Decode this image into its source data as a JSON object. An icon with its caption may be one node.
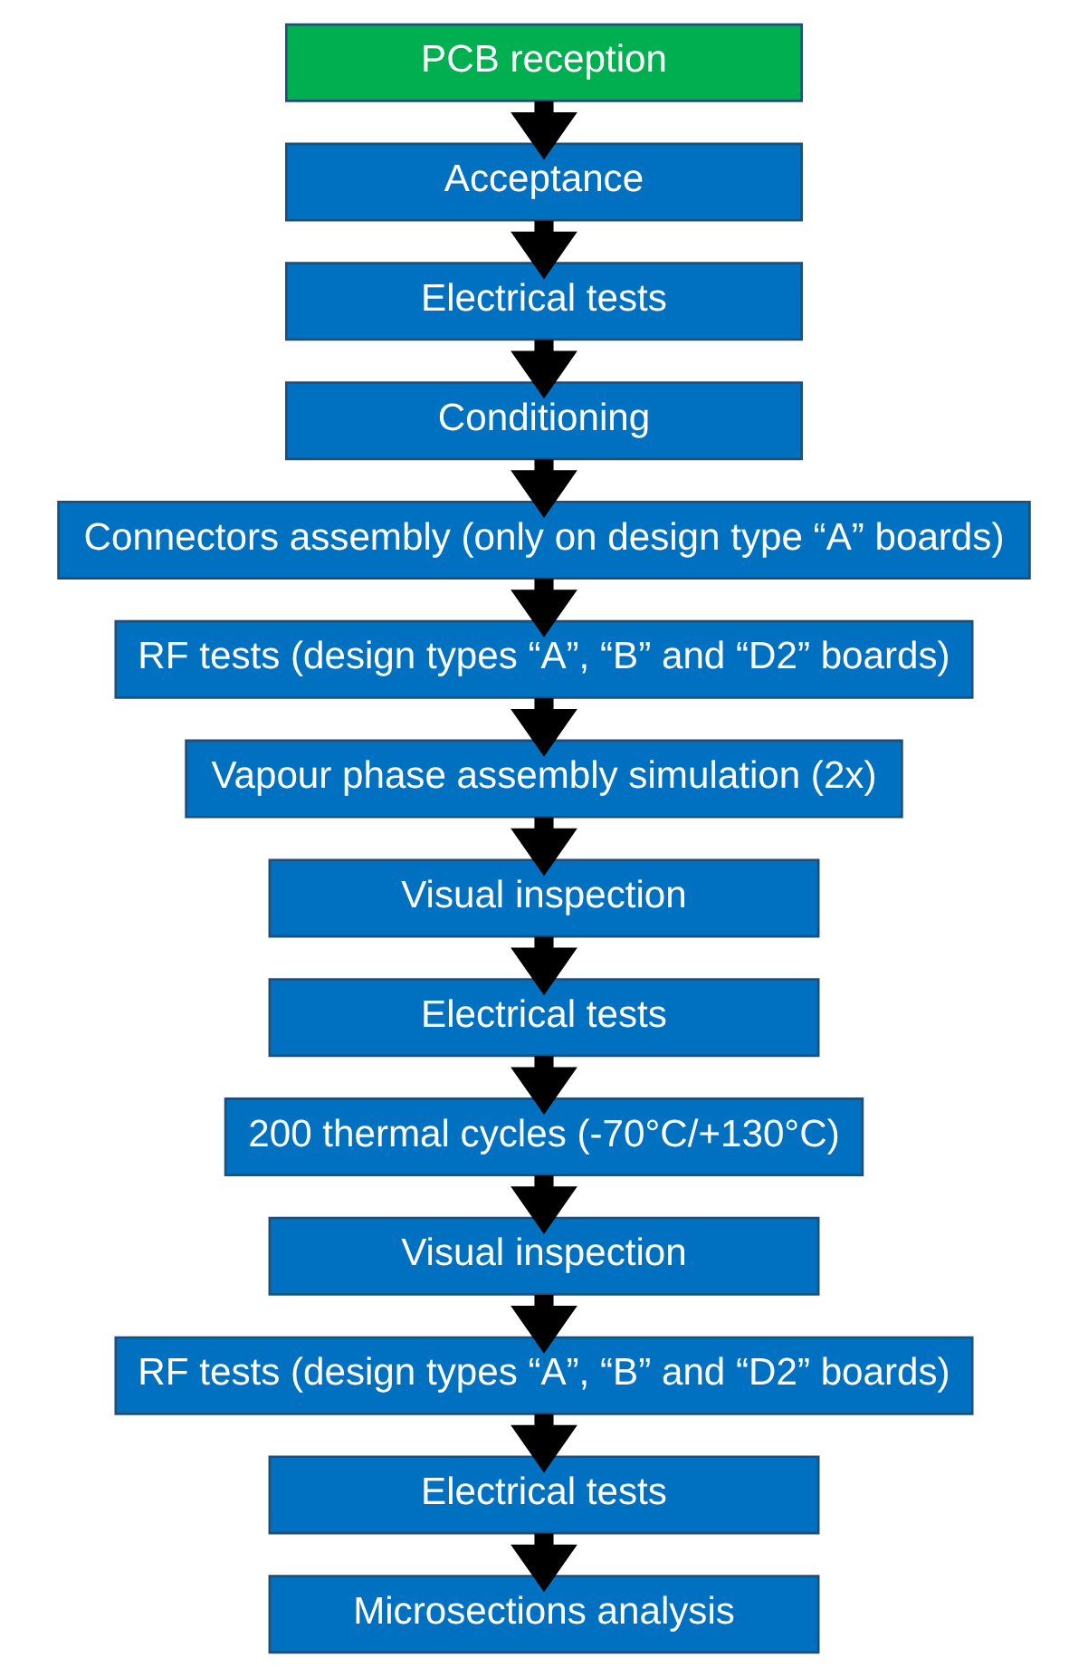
{
  "diagram": {
    "nodes": [
      {
        "text": [
          "PCB reception"
        ]
      },
      {
        "text": [
          "Acceptance"
        ]
      },
      {
        "text": [
          "Electrical tests"
        ]
      },
      {
        "text": [
          "Conditioning"
        ]
      },
      {
        "text": [
          "Connectors assembly (only on design type “A” boards)"
        ]
      },
      {
        "text": [
          "RF tests (design types “A”, “B” and “D2” boards)"
        ]
      },
      {
        "text": [
          "Vapour phase assembly simulation (2x)"
        ]
      },
      {
        "text": [
          "Visual inspection"
        ]
      },
      {
        "text": [
          "Electrical tests"
        ]
      },
      {
        "text": [
          "200 thermal cycles (-70°C/+130°C)"
        ]
      },
      {
        "text": [
          "Visual inspection"
        ]
      },
      {
        "text": [
          "RF tests (design types “A”, “B” and “D2” boards)"
        ]
      },
      {
        "text": [
          "Electrical tests"
        ]
      },
      {
        "text": [
          "Microsections analysis"
        ]
      }
    ],
    "edges": [
      {
        "from": 0,
        "to": 1,
        "arrow": "to"
      },
      {
        "from": 1,
        "to": 2,
        "arrow": "to"
      },
      {
        "from": 2,
        "to": 3,
        "arrow": "to"
      },
      {
        "from": 3,
        "to": 4,
        "arrow": "to"
      },
      {
        "from": 4,
        "to": 5,
        "arrow": "to"
      },
      {
        "from": 5,
        "to": 6,
        "arrow": "to"
      },
      {
        "from": 6,
        "to": 7,
        "arrow": "to"
      },
      {
        "from": 7,
        "to": 8,
        "arrow": "to"
      },
      {
        "from": 8,
        "to": 9,
        "arrow": "to"
      },
      {
        "from": 9,
        "to": 10,
        "arrow": "to"
      },
      {
        "from": 10,
        "to": 11,
        "arrow": "to"
      },
      {
        "from": 11,
        "to": 12,
        "arrow": "to"
      },
      {
        "from": 12,
        "to": 13,
        "arrow": "to"
      }
    ]
  }
}
